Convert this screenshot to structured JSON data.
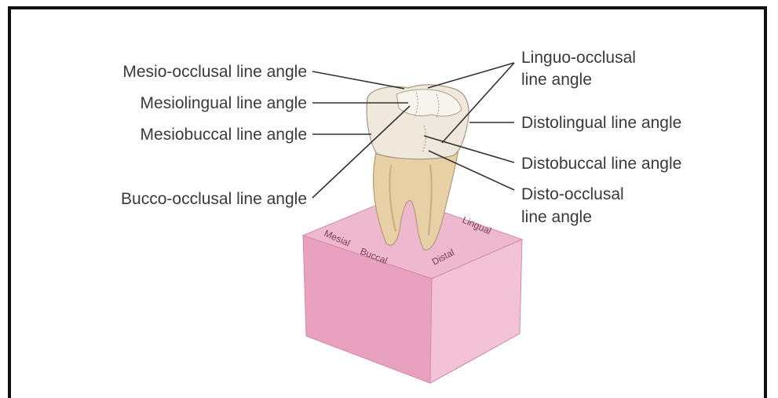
{
  "labels": {
    "mesio_occlusal": "Mesio-occlusal line angle",
    "mesiolingual": "Mesiolingual line angle",
    "mesiobuccal": "Mesiobuccal line angle",
    "bucco_occlusal": "Bucco-occlusal line angle",
    "linguo_occlusal_line1": "Linguo-occlusal",
    "linguo_occlusal_line2": "line angle",
    "distolingual": "Distolingual line angle",
    "distobuccal": "Distobuccal line angle",
    "disto_occlusal_line1": "Disto-occlusal",
    "disto_occlusal_line2": "line angle"
  },
  "base_labels": {
    "left": "Mesial",
    "right": "Lingual",
    "front_left": "Buccal",
    "front_right": "Distal"
  },
  "colors": {
    "base_top": "#eeb8cf",
    "base_left": "#e8a2bf",
    "base_right": "#f2c2d6",
    "tooth": "#e7cfa6",
    "crown": "#efe8dc",
    "frame": "#111111"
  }
}
